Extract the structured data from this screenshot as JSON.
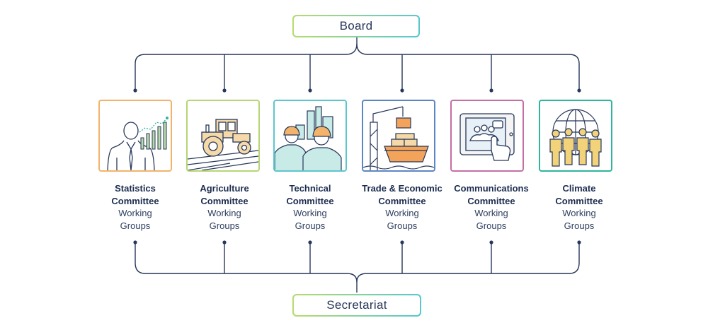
{
  "board": {
    "label": "Board"
  },
  "secretariat": {
    "label": "Secretariat"
  },
  "colors": {
    "line": "#27375a",
    "orange": "#f3b36b",
    "green": "#b7d675",
    "teal": "#5cc6cf",
    "blue": "#5b86c4",
    "magenta": "#c46fa4",
    "emerald": "#2fb59d"
  },
  "committees": [
    {
      "line1": "Statistics",
      "line2": "Committee",
      "sub1": "Working",
      "sub2": "Groups",
      "icon": "statistics-icon"
    },
    {
      "line1": "Agriculture",
      "line2": "Committee",
      "sub1": "Working",
      "sub2": "Groups",
      "icon": "tractor-icon"
    },
    {
      "line1": "Technical",
      "line2": "Committee",
      "sub1": "Working",
      "sub2": "Groups",
      "icon": "engineers-icon"
    },
    {
      "line1": "Trade & Economic",
      "line2": "Committee",
      "sub1": "Working",
      "sub2": "Groups",
      "icon": "cargo-ship-icon"
    },
    {
      "line1": "Communications",
      "line2": "Committee",
      "sub1": "Working",
      "sub2": "Groups",
      "icon": "tablet-meeting-icon"
    },
    {
      "line1": "Climate",
      "line2": "Committee",
      "sub1": "Working",
      "sub2": "Groups",
      "icon": "globe-people-icon"
    }
  ]
}
